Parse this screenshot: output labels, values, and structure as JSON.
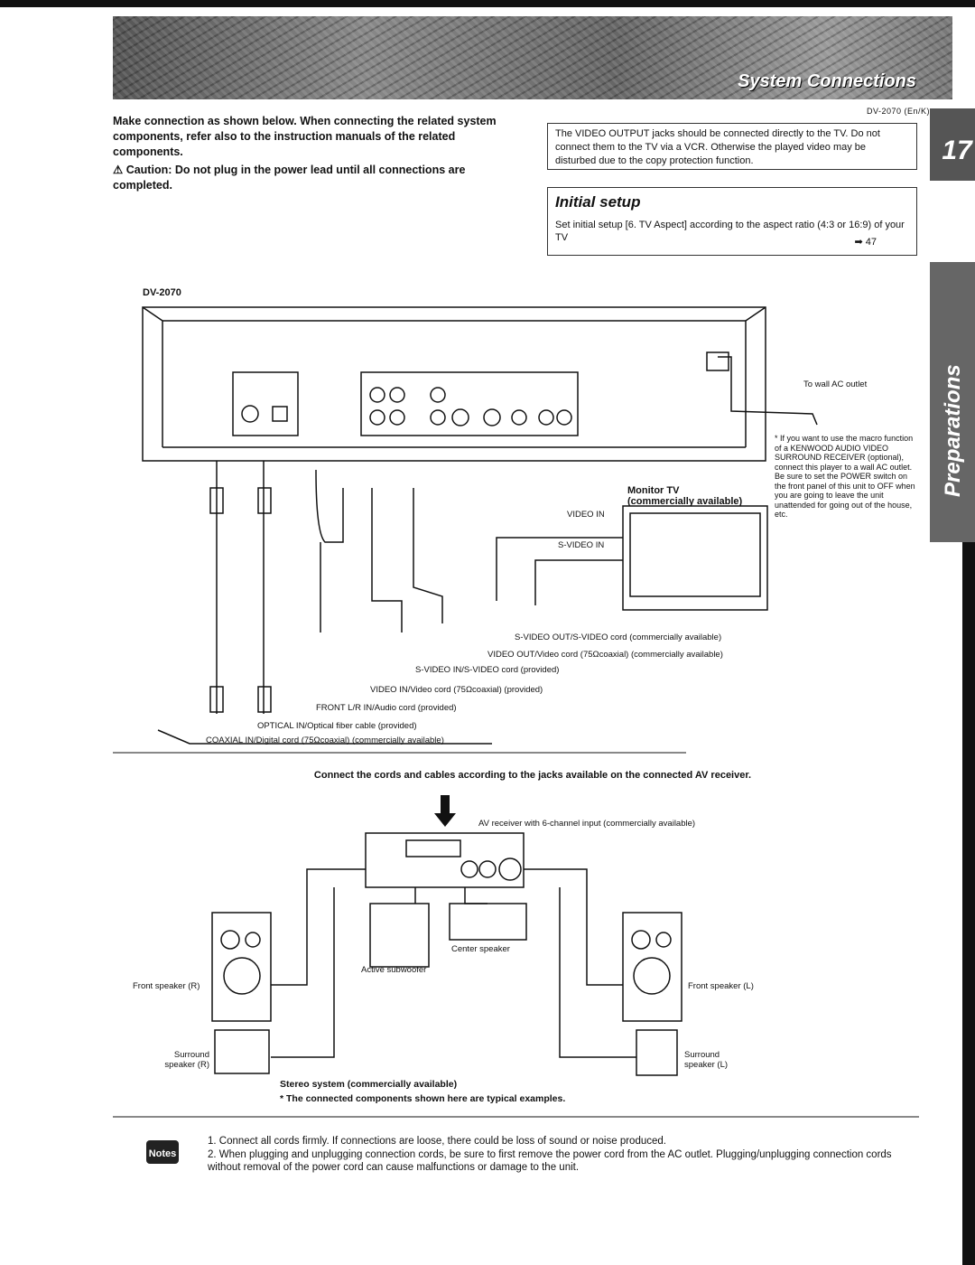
{
  "header": {
    "title": "System Connections",
    "page_number": "17",
    "doc_id": "DV-2070 (En/K)"
  },
  "side_tab": {
    "label": "Preparations"
  },
  "intro": {
    "text": "Make connection as shown below. When connecting the related system components, refer also to the instruction manuals of the related components.",
    "caution": "Caution: Do not plug in the power lead until all connections are completed."
  },
  "video_note": "The VIDEO OUTPUT jacks should be connected directly to the TV. Do not connect them to the TV via a VCR. Otherwise the played video may be disturbed due to the copy protection function.",
  "initial_setup": {
    "title": "Initial setup",
    "text": "Set initial setup [6. TV Aspect] according to the aspect ratio (4:3 or 16:9) of your TV",
    "ref": "47"
  },
  "diagram": {
    "model": "DV-2070",
    "wall_outlet": "To wall AC outlet",
    "side_note": "* If you want to use the macro function of a KENWOOD AUDIO VIDEO SURROUND RECEIVER (optional), connect this player to a wall AC outlet. Be sure to set the POWER switch on the front panel of this unit to OFF when you are going to leave the unit unattended for going out of the house, etc.",
    "monitor_title": "Monitor TV",
    "monitor_sub": "(commercially available)",
    "video_in": "VIDEO IN",
    "svideo_in": "S-VIDEO IN",
    "cords": [
      "S-VIDEO OUT/S-VIDEO cord (commercially available)",
      "VIDEO OUT/Video cord (75Ωcoaxial) (commercially available)",
      "S-VIDEO IN/S-VIDEO cord (provided)",
      "VIDEO IN/Video cord (75Ωcoaxial) (provided)",
      "FRONT L/R IN/Audio cord (provided)",
      "OPTICAL IN/Optical fiber cable (provided)",
      "COAXIAL IN/Digital cord (75Ωcoaxial) (commercially available)"
    ]
  },
  "connect_instruction": "Connect the cords and cables according to the jacks available on the connected AV receiver.",
  "receiver": {
    "label": "AV receiver with 6-channel input (commercially available)",
    "active_subwoofer": "Active subwoofer",
    "center_speaker": "Center speaker",
    "front_r": "Front speaker (R)",
    "front_l": "Front speaker (L)",
    "surround_r_1": "Surround",
    "surround_r_2": "speaker (R)",
    "surround_l_1": "Surround",
    "surround_l_2": "speaker (L)",
    "stereo": "Stereo system (commercially available)",
    "typical": "* The connected components shown here are typical examples."
  },
  "notes": [
    "1. Connect all cords firmly. If connections are loose, there could be loss of sound or noise produced.",
    "2. When plugging and unplugging connection cords, be sure to first remove the power cord from the AC outlet. Plugging/unplugging connection cords without removal of the power cord can cause malfunctions or damage to the unit."
  ],
  "notes_icon_label": "Notes"
}
